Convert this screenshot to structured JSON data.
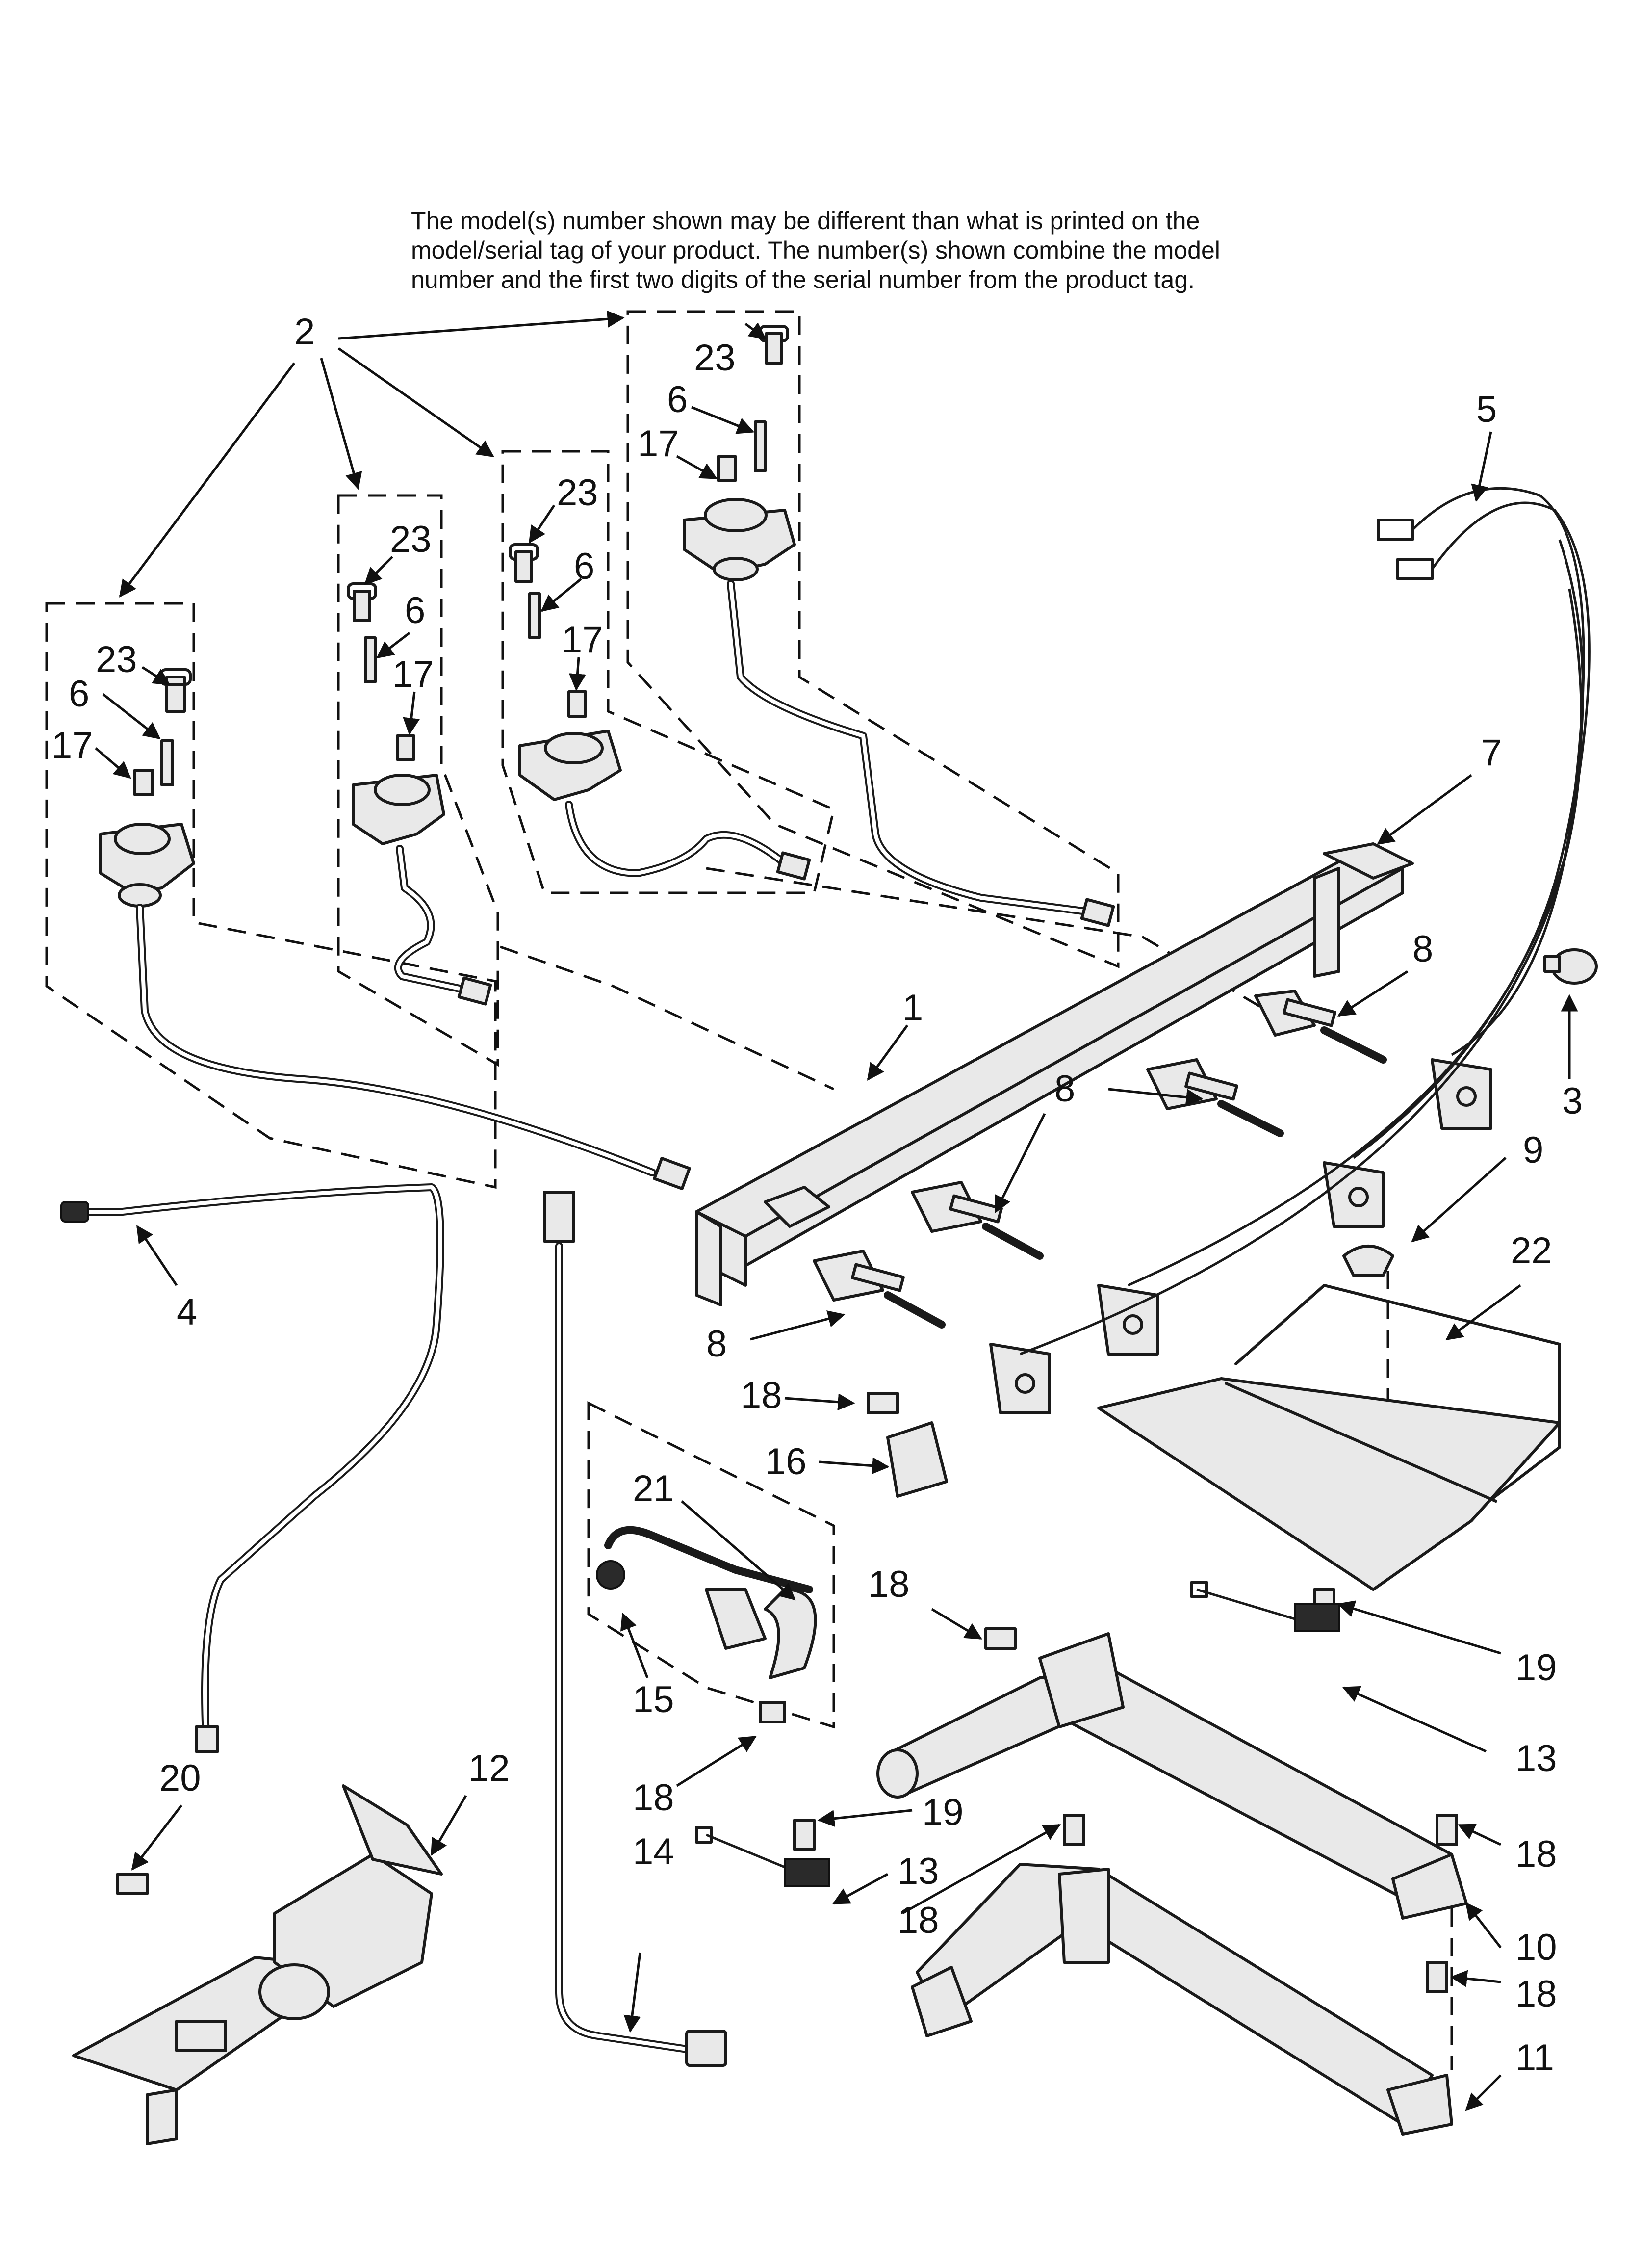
{
  "note": {
    "line1": "The model(s) number shown may be different than what is printed on the",
    "line2": "model/serial tag of your product. The number(s) shown combine the model",
    "line3": "number and the first two digits of the serial number from the product tag."
  },
  "callouts": {
    "c1": "1",
    "c2": "2",
    "c3": "3",
    "c4": "4",
    "c5": "5",
    "c7": "7",
    "c8a": "8",
    "c8b": "8",
    "c8c": "8",
    "c9": "9",
    "c10": "10",
    "c11": "11",
    "c12": "12",
    "c13a": "13",
    "c13b": "13",
    "c14": "14",
    "c15": "15",
    "c16": "16",
    "c18a": "18",
    "c18b": "18",
    "c18c": "18",
    "c18d": "18",
    "c18e": "18",
    "c18f": "18",
    "c19a": "19",
    "c19b": "19",
    "c20": "20",
    "c21": "21",
    "c22": "22",
    "g1_23": "23",
    "g1_6": "6",
    "g1_17": "17",
    "g2_23": "23",
    "g2_6": "6",
    "g2_17": "17",
    "g3_23": "23",
    "g3_6": "6",
    "g3_17": "17",
    "g4_23": "23",
    "g4_6": "6",
    "g4_17": "17"
  }
}
